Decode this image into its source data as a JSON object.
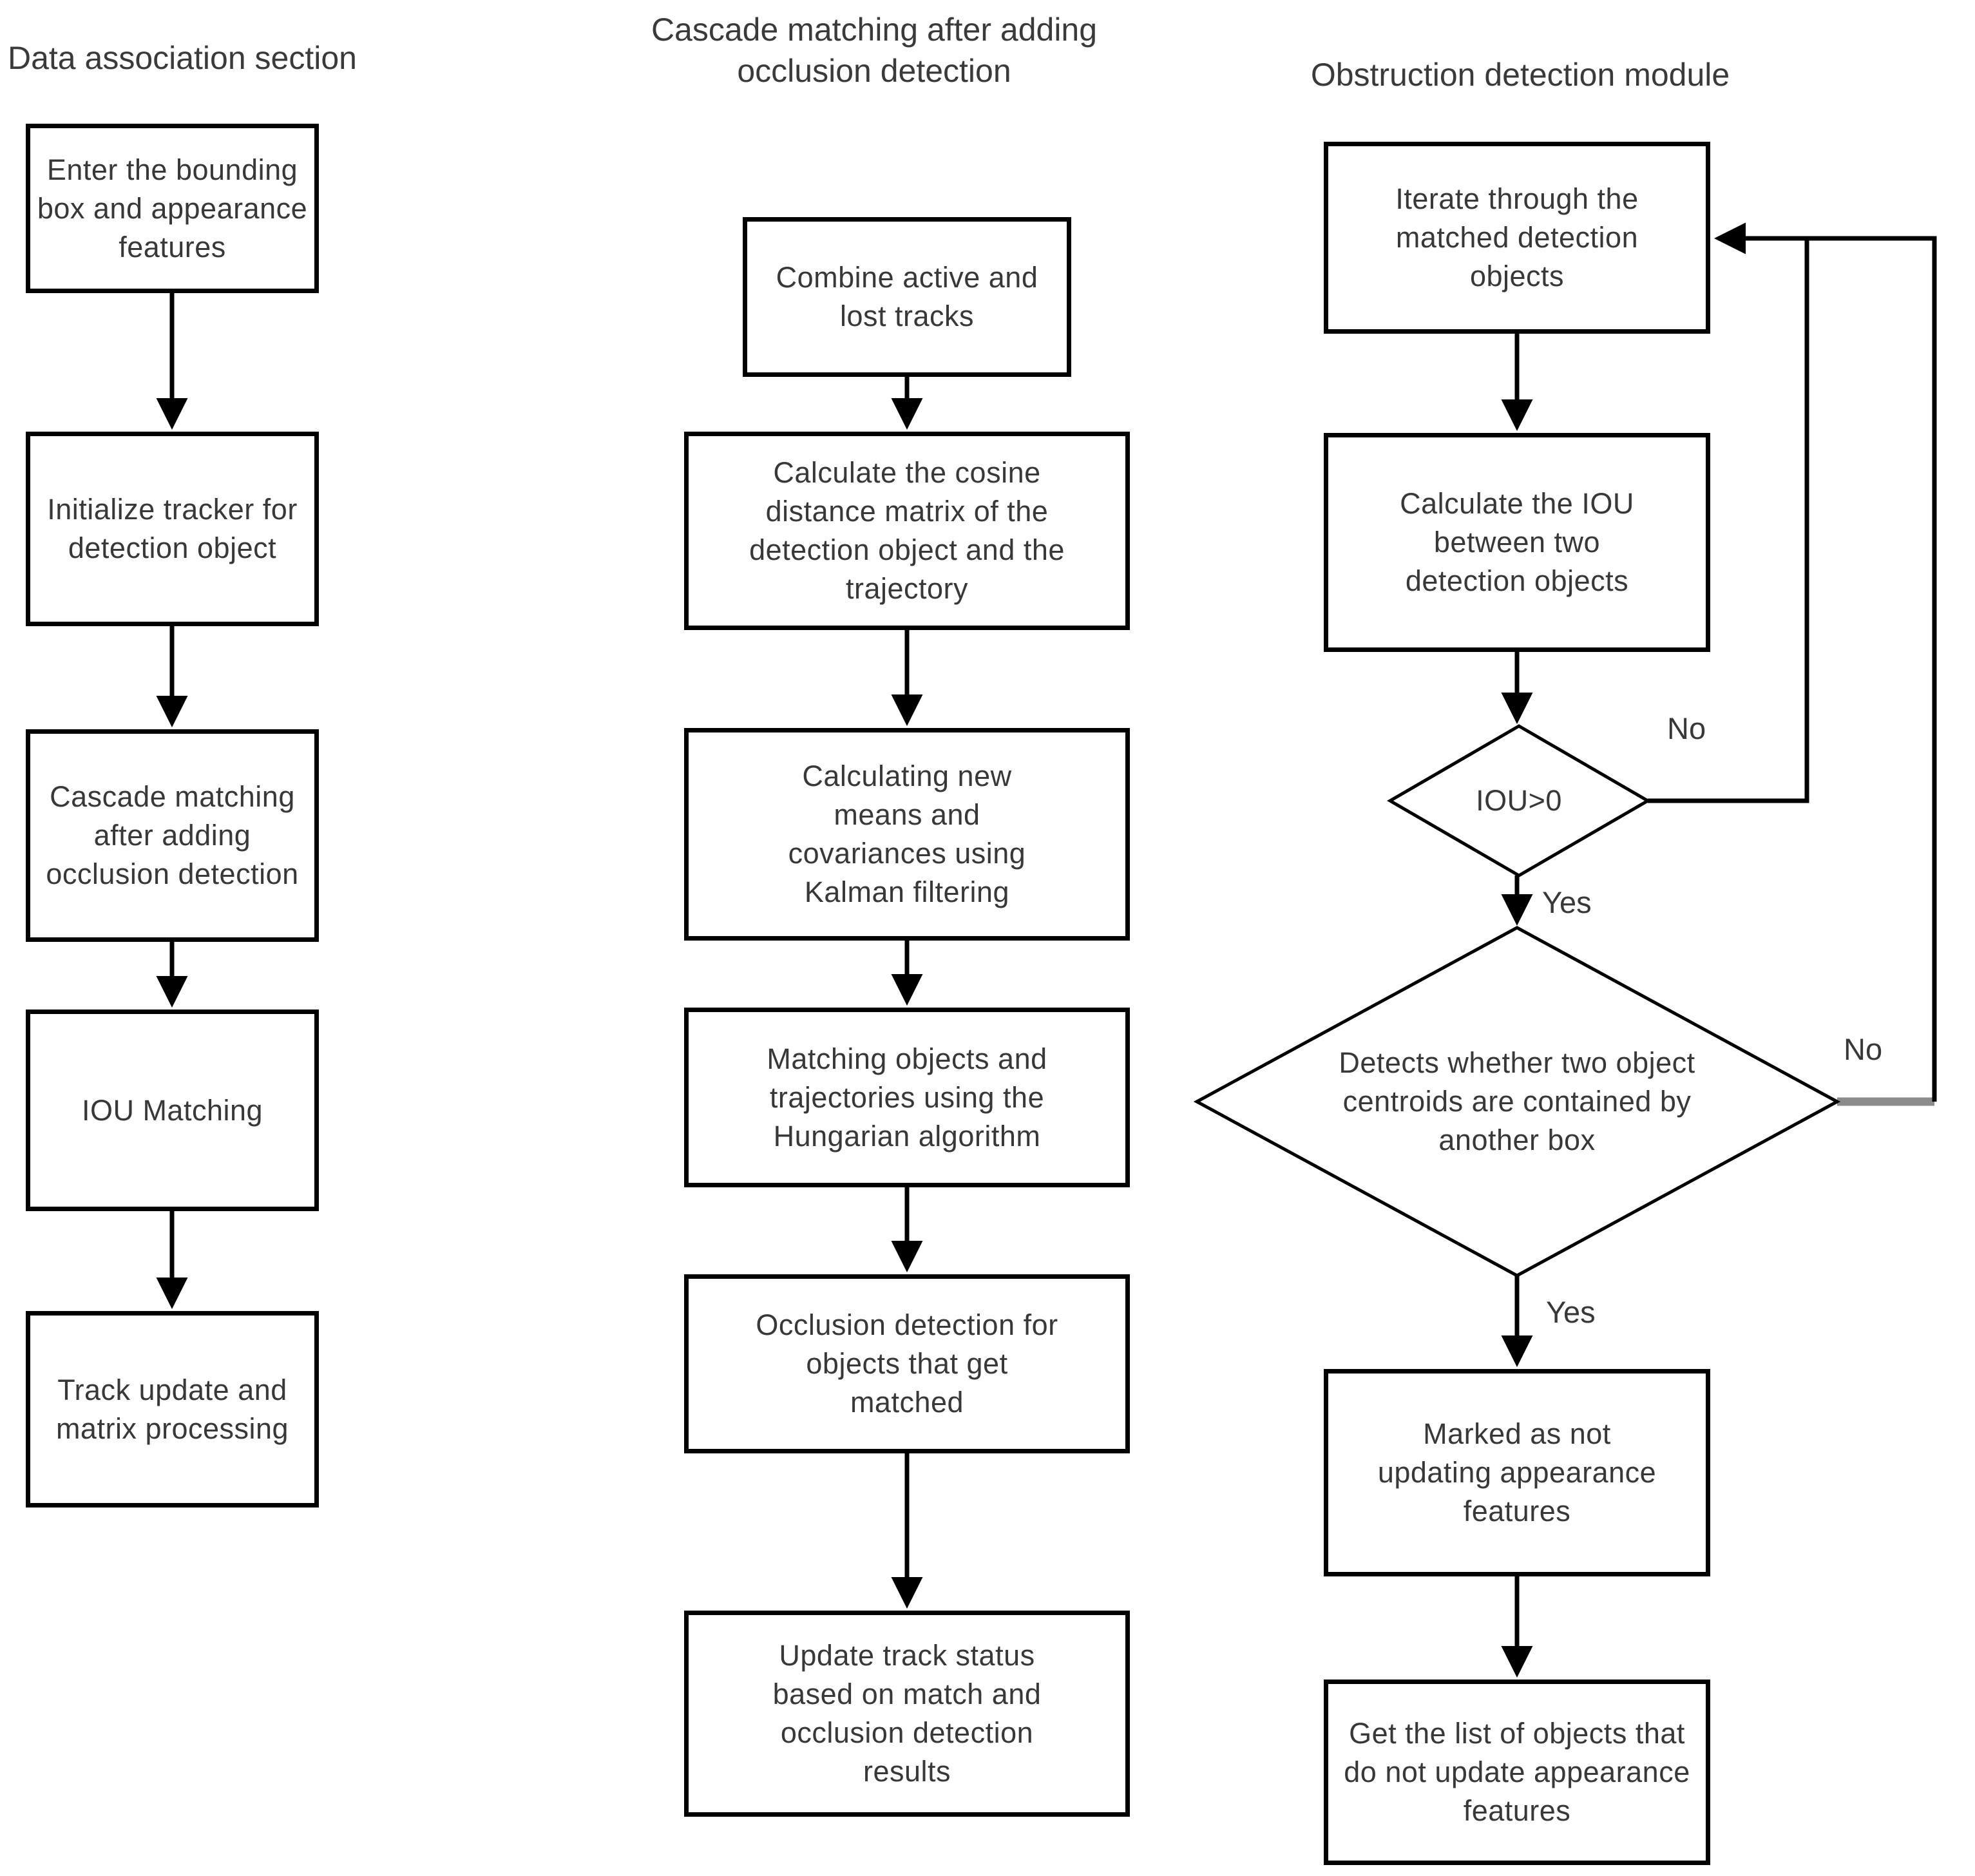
{
  "figure": {
    "background": "#ffffff",
    "box_border_color": "#000000",
    "connector_color": "#000000",
    "gray_connector_color": "#8c8c8c",
    "text_color": "#383838"
  },
  "columns": [
    {
      "title": "Data association section",
      "nodes": [
        {
          "label": "Enter the bounding box and appearance features"
        },
        {
          "label": "Initialize tracker for detection object"
        },
        {
          "label": "Cascade matching after adding occlusion detection"
        },
        {
          "label": "IOU Matching"
        },
        {
          "label": "Track update and matrix processing"
        }
      ]
    },
    {
      "title_line1": "Cascade matching after adding",
      "title_line2": "occlusion detection",
      "nodes": [
        {
          "label": "Combine active and lost tracks"
        },
        {
          "label": "Calculate the cosine distance matrix of the detection object and the trajectory"
        },
        {
          "label": "Calculating new means and covariances using Kalman filtering"
        },
        {
          "label": "Matching objects and trajectories using the Hungarian algorithm"
        },
        {
          "label": "Occlusion detection for objects that get matched"
        },
        {
          "label": "Update track status based on match and occlusion detection results"
        }
      ]
    },
    {
      "title": "Obstruction detection module",
      "nodes": [
        {
          "label": "Iterate through the matched detection objects"
        },
        {
          "label": "Calculate the IOU between two detection objects"
        },
        {
          "label": "IOU>0",
          "shape": "diamond"
        },
        {
          "label": "Detects whether two object centroids are contained by another box",
          "shape": "diamond"
        },
        {
          "label": "Marked as not updating appearance features"
        },
        {
          "label": "Get the list of objects that do not update appearance features"
        }
      ],
      "edge_labels": {
        "iou_yes": "Yes",
        "iou_no": "No",
        "centroid_yes": "Yes",
        "centroid_no": "No"
      }
    }
  ]
}
